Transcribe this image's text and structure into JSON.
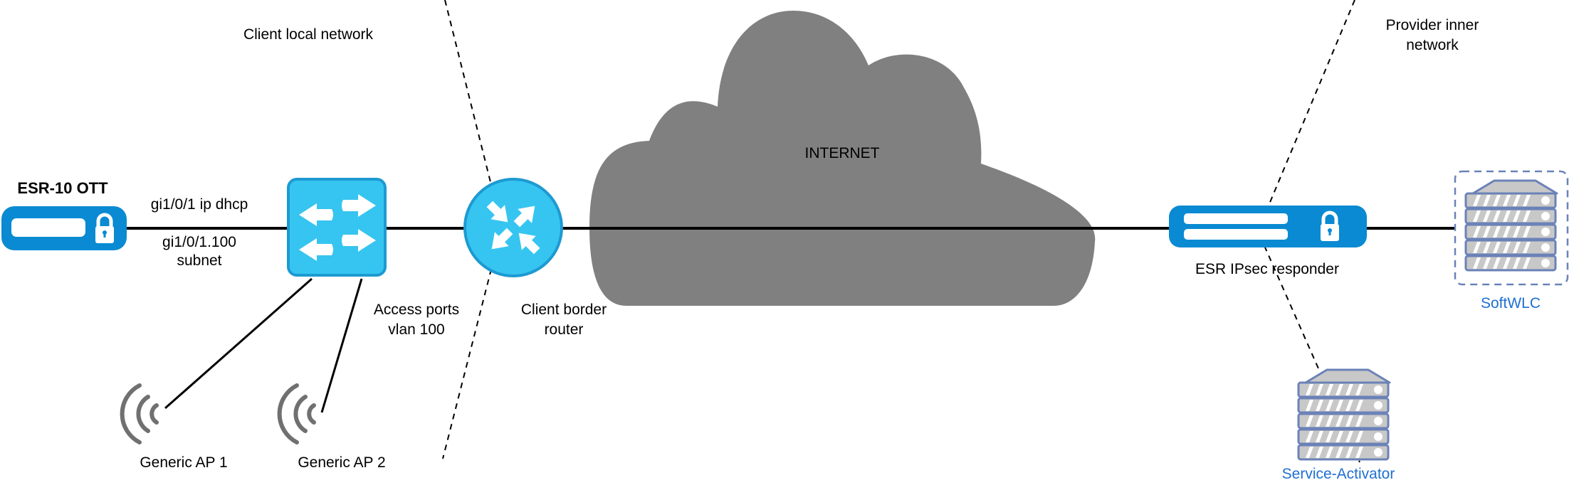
{
  "zones": {
    "client_local_network": "Client local network",
    "provider_inner_network": [
      "Provider inner",
      "network"
    ]
  },
  "cloud": {
    "label": "INTERNET",
    "color": "#808080"
  },
  "nodes": {
    "esr10": {
      "label": "ESR-10 OTT"
    },
    "switch": {
      "label": [
        "Access ports",
        "vlan 100"
      ]
    },
    "router": {
      "label": [
        "Client border",
        "router"
      ]
    },
    "esr_responder": {
      "label": "ESR IPsec responder"
    },
    "softwlc": {
      "label": "SoftWLC"
    },
    "service_activator": {
      "label": "Service-Activator"
    },
    "ap1": {
      "label": "Generic AP 1"
    },
    "ap2": {
      "label": "Generic AP 2"
    }
  },
  "links": {
    "esr10_uplink": "gi1/0/1 ip dhcp",
    "esr10_subif": [
      "gi1/0/1.100",
      "subnet"
    ]
  },
  "colors": {
    "esr_blue": "#0a8ad2",
    "cisco_blue": "#36c5f0",
    "cisco_border": "#1d9ad2",
    "server_stroke": "#6b82b8",
    "server_fill": "#c8c8c8",
    "label_blue": "#1f6fd1",
    "ap_gray": "#707070"
  },
  "icons": {
    "esr10": "router-lock-icon",
    "switch": "switch-arrows-icon",
    "router": "router-arrows-icon",
    "esr_responder": "router-lock-icon",
    "softwlc": "server-rack-icon",
    "service_activator": "server-rack-icon",
    "ap": "wireless-signal-icon"
  }
}
